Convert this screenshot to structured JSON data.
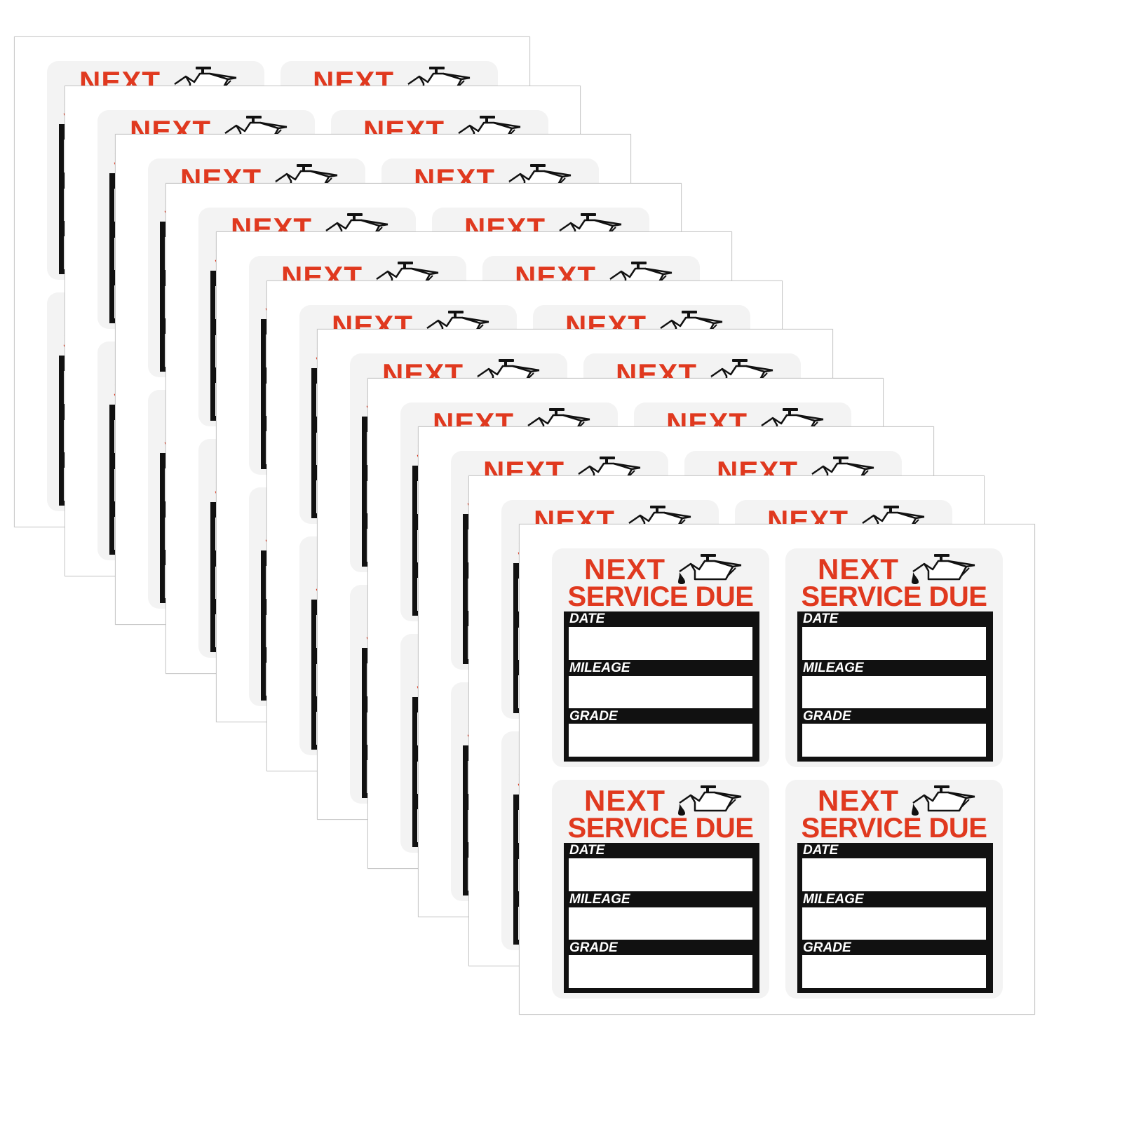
{
  "product": {
    "sheet_count": 11,
    "labels_per_sheet": 4
  },
  "label": {
    "title_line1": "NEXT",
    "title_line2": "SERVICE DUE",
    "fields": [
      "DATE",
      "MILEAGE",
      "GRADE"
    ],
    "icon": "oil-can-icon"
  },
  "colors": {
    "title_red": "#e0391f",
    "form_black": "#111111",
    "label_background": "#f3f3f3",
    "sheet_background": "#ffffff"
  }
}
